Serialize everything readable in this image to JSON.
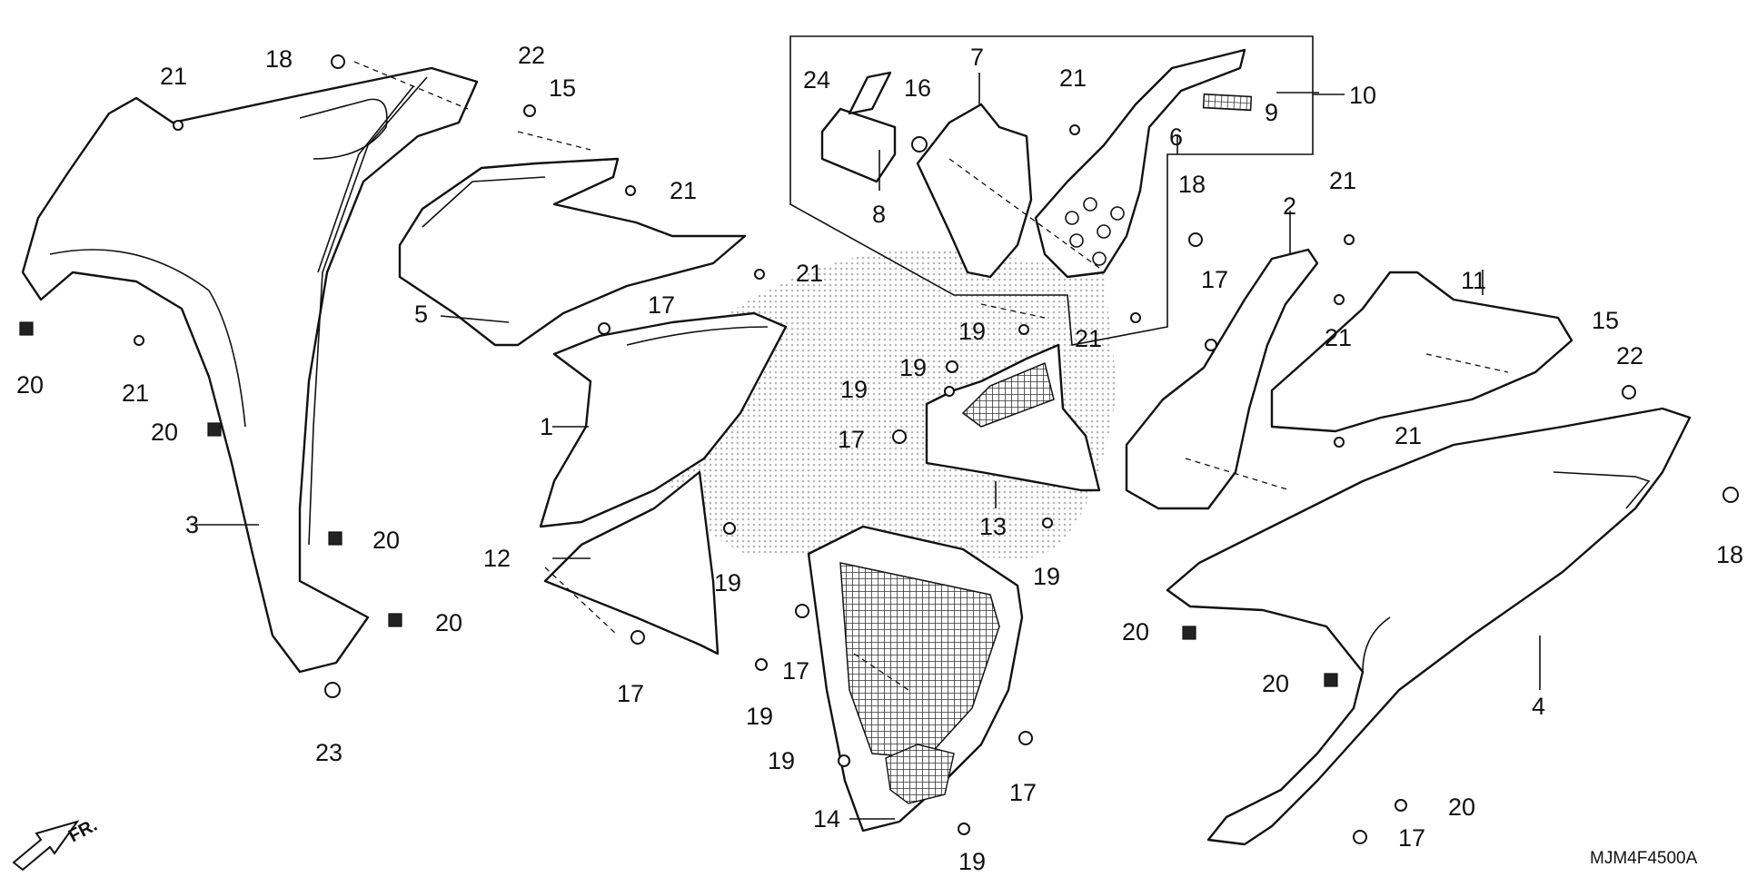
{
  "diagram": {
    "code": "MJM4F4500A",
    "front_label": "FR.",
    "callouts": [
      "1",
      "2",
      "3",
      "4",
      "5",
      "6",
      "7",
      "8",
      "9",
      "10",
      "11",
      "12",
      "13",
      "14",
      "15",
      "15",
      "16",
      "17",
      "17",
      "17",
      "17",
      "17",
      "17",
      "17",
      "18",
      "18",
      "18",
      "19",
      "19",
      "19",
      "19",
      "19",
      "19",
      "19",
      "19",
      "20",
      "20",
      "20",
      "20",
      "20",
      "20",
      "20",
      "21",
      "21",
      "21",
      "21",
      "21",
      "21",
      "21",
      "21",
      "21",
      "22",
      "22",
      "23",
      "24"
    ]
  },
  "colors": {
    "ink": "#111111",
    "paper": "#ffffff",
    "stipple": "#bdbdbd"
  }
}
